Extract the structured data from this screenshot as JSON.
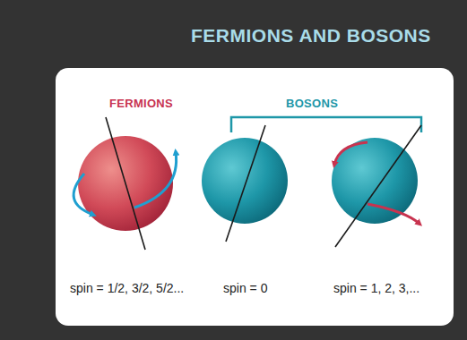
{
  "diagram": {
    "title": "FERMIONS AND BOSONS",
    "labels": [
      "FERMIONS",
      "BOSONS",
      "spin = 1/2, 3/2, 5/2...",
      "spin = 0",
      "spin = 1, 2, 3,..."
    ]
  }
}
